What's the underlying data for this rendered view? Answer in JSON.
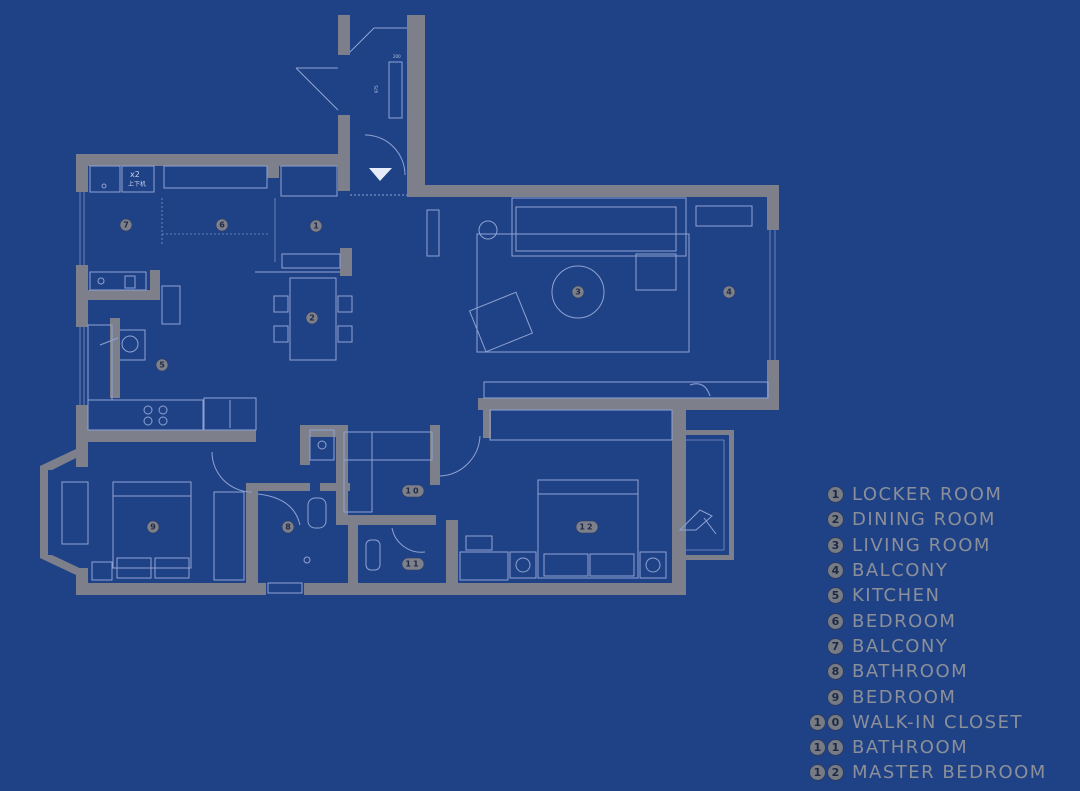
{
  "plan": {
    "tags": {
      "washer": "x2",
      "washer_sub": "上下机",
      "dim_a": "200",
      "dim_b": "975"
    },
    "markers": [
      {
        "id": "1"
      },
      {
        "id": "2"
      },
      {
        "id": "3"
      },
      {
        "id": "4"
      },
      {
        "id": "5"
      },
      {
        "id": "6"
      },
      {
        "id": "7"
      },
      {
        "id": "8"
      },
      {
        "id": "9"
      },
      {
        "id": "10"
      },
      {
        "id": "11"
      },
      {
        "id": "12"
      }
    ]
  },
  "legend": [
    {
      "number": "1",
      "label": "LOCKER ROOM"
    },
    {
      "number": "2",
      "label": "DINING ROOM"
    },
    {
      "number": "3",
      "label": "LIVING ROOM"
    },
    {
      "number": "4",
      "label": "BALCONY"
    },
    {
      "number": "5",
      "label": "KITCHEN"
    },
    {
      "number": "6",
      "label": "BEDROOM"
    },
    {
      "number": "7",
      "label": "BALCONY"
    },
    {
      "number": "8",
      "label": "BATHROOM"
    },
    {
      "number": "9",
      "label": "BEDROOM"
    },
    {
      "number": "10",
      "label": "WALK-IN CLOSET"
    },
    {
      "number": "11",
      "label": "BATHROOM"
    },
    {
      "number": "12",
      "label": "MASTER BEDROOM"
    }
  ],
  "colors": {
    "background": "#1f4286",
    "wall": "#7d808a",
    "line": "#8fa2d2",
    "legend_text": "#8b8f99",
    "badge": "#777b84"
  }
}
